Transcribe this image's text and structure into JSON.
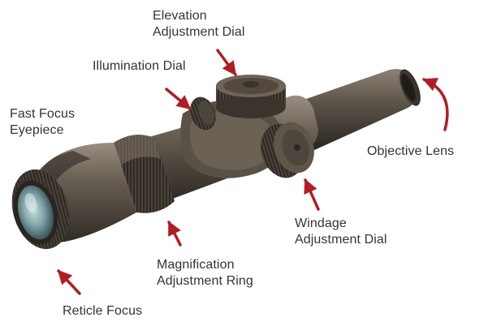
{
  "diagram": {
    "labels": {
      "elevation": "Elevation\nAdjustment Dial",
      "illumination": "Illumination Dial",
      "fast_focus": "Fast Focus\nEyepiece",
      "objective": "Objective Lens",
      "windage": "Windage\nAdjustment Dial",
      "magnification": "Magnification\nAdjustment Ring",
      "reticle": "Reticle Focus"
    },
    "colors": {
      "arrow": "#b01e24",
      "label_text": "#333333",
      "scope_body": "#5b5247",
      "scope_dark": "#3a342d",
      "scope_light": "#8a7f71",
      "lens": "#7fa3a8"
    }
  }
}
